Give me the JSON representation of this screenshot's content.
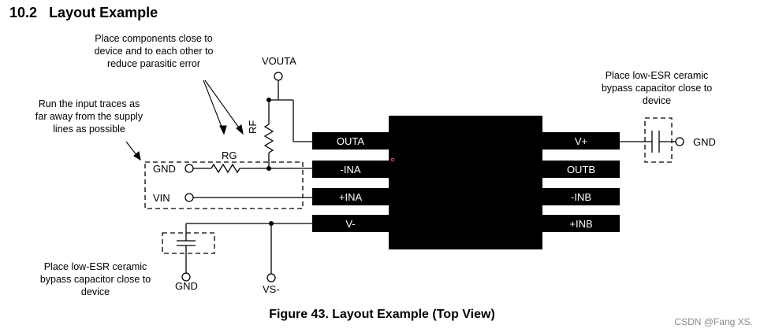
{
  "section": {
    "number": "10.2",
    "title": "Layout Example"
  },
  "notes": {
    "rg_rf_line1": "Place components close to",
    "rg_rf_line2": "device and to each other to",
    "rg_rf_line3": "reduce parasitic error",
    "input_line1": "Run the input traces as",
    "input_line2": "far away from the supply",
    "input_line3": "lines as possible",
    "cap_right_line1": "Place low-ESR ceramic",
    "cap_right_line2": "bypass capacitor close to",
    "cap_right_line3": "device",
    "cap_left_line1": "Place low-ESR ceramic",
    "cap_left_line2": "bypass capacitor close to",
    "cap_left_line3": "device"
  },
  "labels": {
    "vouta": "VOUTA",
    "rg": "RG",
    "rf": "RF",
    "gnd_input": "GND",
    "vin": "VIN",
    "gnd_right": "GND",
    "gnd_bottom": "GND",
    "vs_minus": "VS-"
  },
  "pins_left": [
    "OUTA",
    "-INA",
    "+INA",
    "V-"
  ],
  "pins_right": [
    "V+",
    "OUTB",
    "-INB",
    "+INB"
  ],
  "caption": "Figure 43.  Layout Example (Top View)",
  "watermark": "CSDN @Fang XS."
}
